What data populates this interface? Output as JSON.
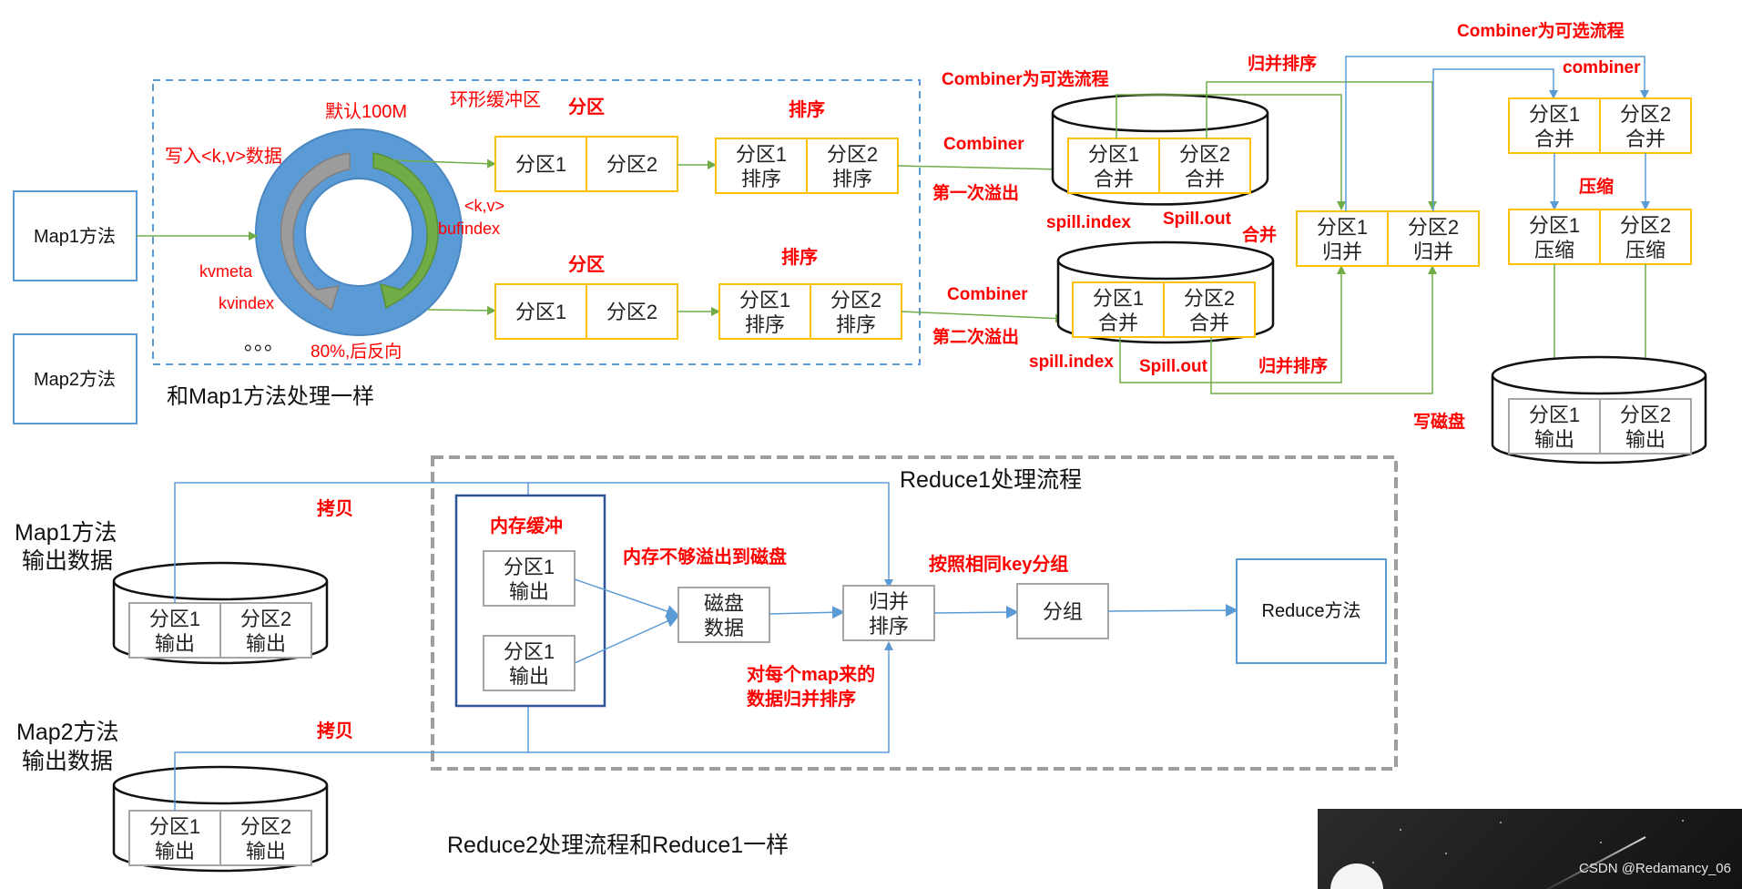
{
  "colors": {
    "red": "#ff0000",
    "blue": "#5b9bd5",
    "green": "#70ad47",
    "yellow": "#ffc000",
    "grey": "#a5a5a5",
    "dashgrey": "#9e9e9e",
    "ringBlue": "#5b9bd5"
  },
  "map_stage": {
    "map1_label": "Map1方法",
    "map2_label": "Map2方法",
    "same_note": "和Map1方法处理一样",
    "ellipsis": "。。。",
    "ring_buffer_label": "环形缓冲区",
    "default_size": "默认100M",
    "write_kv": "写入<k,v>数据",
    "kv": "<k,v>",
    "bufindex": "bufindex",
    "kvmeta": "kvmeta",
    "kvindex": "kvindex",
    "reverse_80": "80%,后反向",
    "partition_heading": "分区",
    "sort_heading": "排序",
    "p1": "分区1",
    "p2": "分区2",
    "p1_sort_l1": "分区1",
    "p1_sort_l2": "排序",
    "p2_sort_l1": "分区2",
    "p2_sort_l2": "排序",
    "combiner": "Combiner",
    "first_spill": "第一次溢出",
    "second_spill": "第二次溢出",
    "combiner_optional": "Combiner为可选流程",
    "combine_l2": "合并",
    "spill_index": "spill.index",
    "spill_out": "Spill.out",
    "merge_sort": "归并排序",
    "merge_word": "合并",
    "merge_l2": "归并",
    "combiner_optional2": "Combiner为可选流程",
    "combiner_lower": "combiner",
    "compress_heading": "压缩",
    "compress_l2": "压缩",
    "write_disk": "写磁盘",
    "output_l2": "输出"
  },
  "reduce_stage": {
    "title": "Reduce1处理流程",
    "map1_out_l1": "Map1方法",
    "map1_out_l2": "输出数据",
    "map2_out_l1": "Map2方法",
    "map2_out_l2": "输出数据",
    "copy": "拷贝",
    "mem_buffer": "内存缓冲",
    "p1": "分区1",
    "p2": "分区2",
    "out": "输出",
    "overflow": "内存不够溢出到磁盘",
    "disk_l1": "磁盘",
    "disk_l2": "数据",
    "merge_l1": "归并",
    "merge_l2": "排序",
    "per_map_l1": "对每个map来的",
    "per_map_l2": "数据归并排序",
    "group_by_key": "按照相同key分组",
    "group": "分组",
    "reduce_method": "Reduce方法",
    "reduce2_note": "Reduce2处理流程和Reduce1一样"
  },
  "watermark": "CSDN @Redamancy_06"
}
